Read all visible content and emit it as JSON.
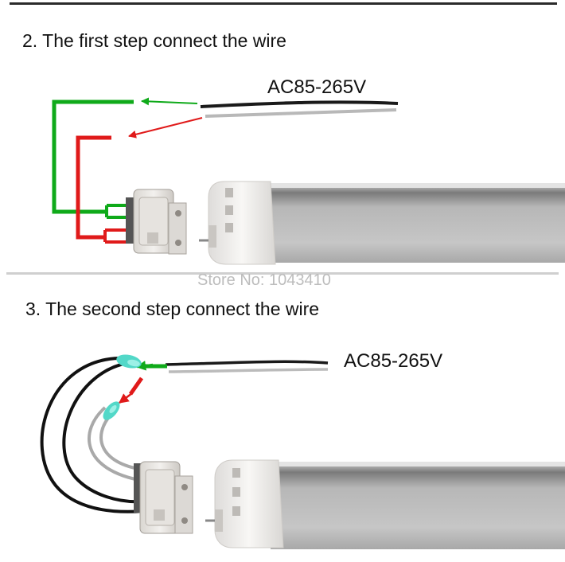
{
  "step_two": {
    "title": "2. The first step connect the wire",
    "voltage": "AC85-265V"
  },
  "step_three": {
    "title": "3. The second step connect the wire",
    "voltage": "AC85-265V"
  },
  "watermark": "Store No: 1043410",
  "colors": {
    "live_wire": "#e01a1a",
    "neutral_wire": "#0faa1a",
    "black_wire": "#111111",
    "grey_wire": "#a9a9a9",
    "connector_tape": "#52d8c8",
    "tube_body": "#b9b9b9",
    "end_cap": "#f1efed"
  }
}
